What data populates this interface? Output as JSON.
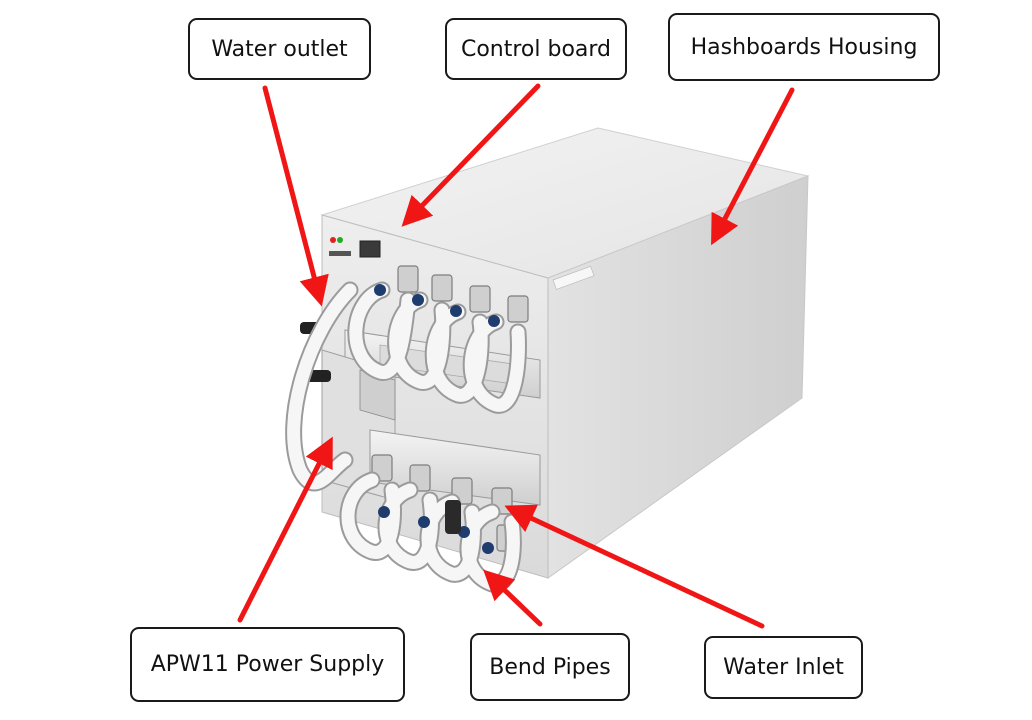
{
  "labels": {
    "water_outlet": "Water outlet",
    "control_board": "Control board",
    "hashboards_housing": "Hashboards Housing",
    "power_supply": "APW11 Power Supply",
    "bend_pipes": "Bend Pipes",
    "water_inlet": "Water Inlet"
  },
  "colors": {
    "arrow": "#f01616",
    "housing_top": "#ececec",
    "housing_side": "#d8d8d8",
    "front_panel": "#e6e6e6",
    "hose": "#f4f4f4"
  }
}
